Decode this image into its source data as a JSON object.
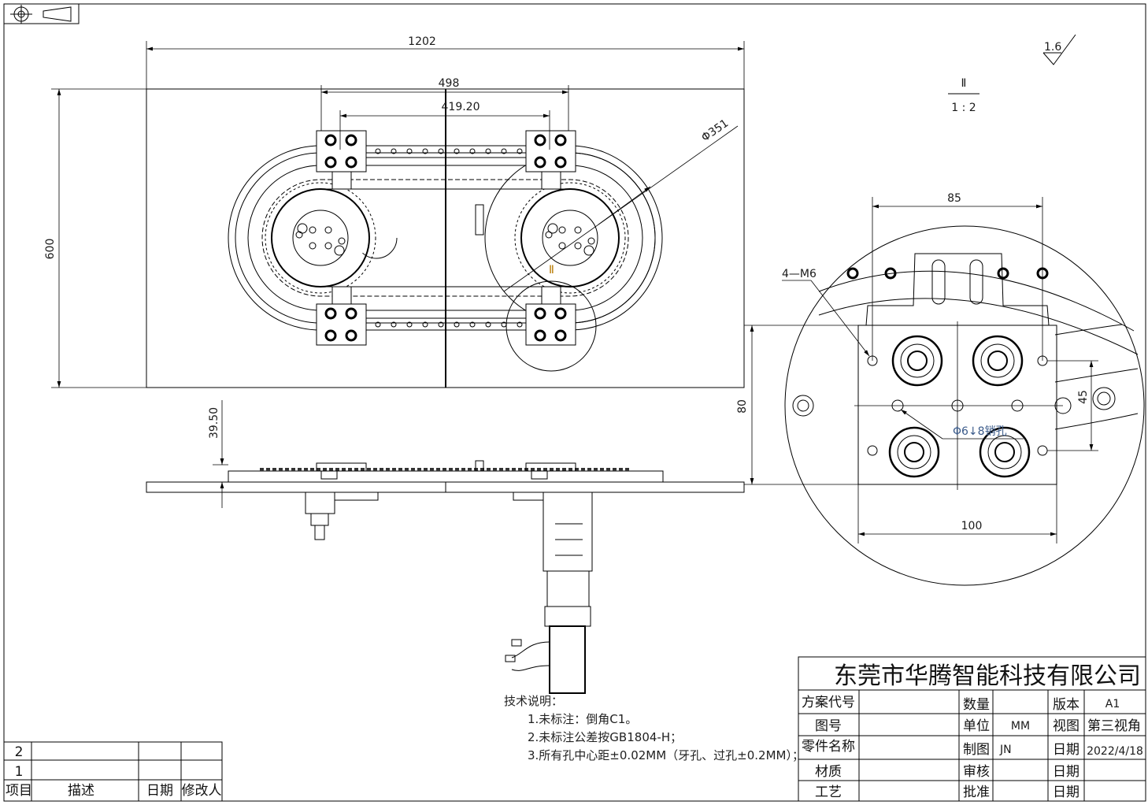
{
  "drawing": {
    "dimensions": {
      "overall_width": "1202",
      "overall_height": "600",
      "carrier_pitch": "498",
      "inner_pitch": "419.20",
      "ring_diameter": "Φ351",
      "side_height": "39.50",
      "side_offset": "80",
      "detail_width": "85",
      "detail_plate_width": "100",
      "detail_hole_spacing": "45",
      "thread_label": "4—M6",
      "pin_hole_label": "Φ6↓8销孔",
      "detail_marker": "Ⅱ"
    },
    "detail_view": {
      "label": "Ⅱ",
      "scale": "1 : 2"
    },
    "surface_roughness": "1.6"
  },
  "tech_notes": {
    "heading": "技术说明：",
    "items": [
      "1.未标注：倒角C1。",
      "2.未标注公差按GB1804-H；",
      "3.所有孔中心距±0.02MM（牙孔、过孔±0.2MM）；"
    ]
  },
  "revision_table": {
    "rows": [
      "2",
      "1"
    ],
    "headers": [
      "项目",
      "描述",
      "日期",
      "修改人"
    ]
  },
  "title_block": {
    "company": "东莞市华腾智能科技有限公司",
    "rows": [
      {
        "l1": "方案代号",
        "v1": "",
        "l2": "数量",
        "v2": "",
        "l3": "版本",
        "v3": "A1"
      },
      {
        "l1": "图号",
        "v1": "",
        "l2": "单位",
        "v2": "MM",
        "l3": "视图",
        "v3": "第三视角"
      },
      {
        "l1": "零件名称",
        "v1": "",
        "l2": "制图",
        "v2": "JN",
        "l3": "日期",
        "v3": "2022/4/18"
      },
      {
        "l1": "材质",
        "v1": "",
        "l2": "审核",
        "v2": "",
        "l3": "日期",
        "v3": ""
      },
      {
        "l1": "工艺",
        "v1": "",
        "l2": "批准",
        "v2": "",
        "l3": "日期",
        "v3": ""
      }
    ]
  }
}
